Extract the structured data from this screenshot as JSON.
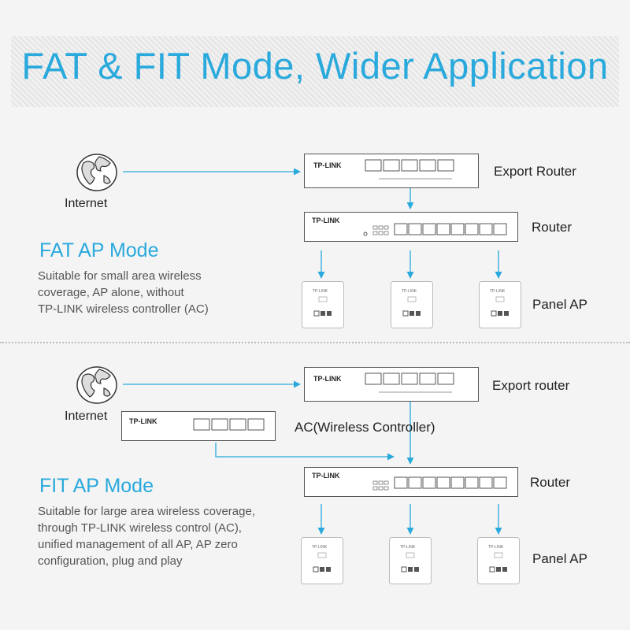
{
  "title": "FAT & FIT Mode, Wider Application",
  "brand": "TP-LINK",
  "colors": {
    "accent": "#2aa9dc",
    "line": "#2aa9dc",
    "band": "#e6e6e6"
  },
  "fat": {
    "heading": "FAT AP Mode",
    "description": [
      "Suitable for small area wireless",
      "coverage, AP alone, without",
      "TP-LINK wireless controller (AC)"
    ],
    "internet_label": "Internet",
    "export_router_label": "Export Router",
    "router_label": "Router",
    "panel_ap_label": "Panel AP"
  },
  "fit": {
    "heading": "FIT AP Mode",
    "description": [
      "Suitable for large area wireless coverage,",
      "through TP-LINK wireless control (AC),",
      "unified management of all AP, AP zero",
      "configuration, plug and play"
    ],
    "internet_label": "Internet",
    "export_router_label": "Export router",
    "ac_label": "AC(Wireless Controller)",
    "router_label": "Router",
    "panel_ap_label": "Panel AP"
  },
  "icons": [
    "globe-icon",
    "router-device",
    "switch-device",
    "panel-ap-device"
  ]
}
